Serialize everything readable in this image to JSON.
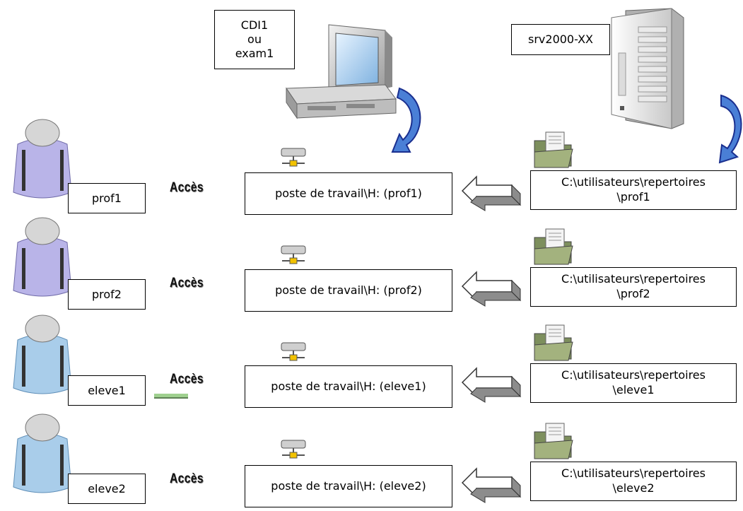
{
  "client_machine": {
    "lines": [
      "CDI1",
      "ou",
      "exam1"
    ]
  },
  "server_machine": {
    "label": "srv2000-XX"
  },
  "rows": [
    {
      "user": "prof1",
      "access": "Accès",
      "drive": "poste de travail\\H: (prof1)",
      "path_line1": "C:\\utilisateurs\\repertoires",
      "path_line2": "\\prof1",
      "user_color": "#b9b4e8"
    },
    {
      "user": "prof2",
      "access": "Accès",
      "drive": "poste de travail\\H: (prof2)",
      "path_line1": "C:\\utilisateurs\\repertoires",
      "path_line2": "\\prof2",
      "user_color": "#b9b4e8"
    },
    {
      "user": "eleve1",
      "access": "Accès",
      "drive": "poste de travail\\H: (eleve1)",
      "path_line1": "C:\\utilisateurs\\repertoires",
      "path_line2": "\\eleve1",
      "user_color": "#a9cdea"
    },
    {
      "user": "eleve2",
      "access": "Accès",
      "drive": "poste de travail\\H: (eleve2)",
      "path_line1": "C:\\utilisateurs\\repertoires",
      "path_line2": "\\eleve2",
      "user_color": "#a9cdea"
    }
  ],
  "icons": {
    "user": "user-icon",
    "network-drive": "network-drive-icon",
    "folder": "folder-icon",
    "computer": "desktop-computer-icon",
    "server": "server-tower-icon",
    "arrow": "double-arrow-icon"
  }
}
